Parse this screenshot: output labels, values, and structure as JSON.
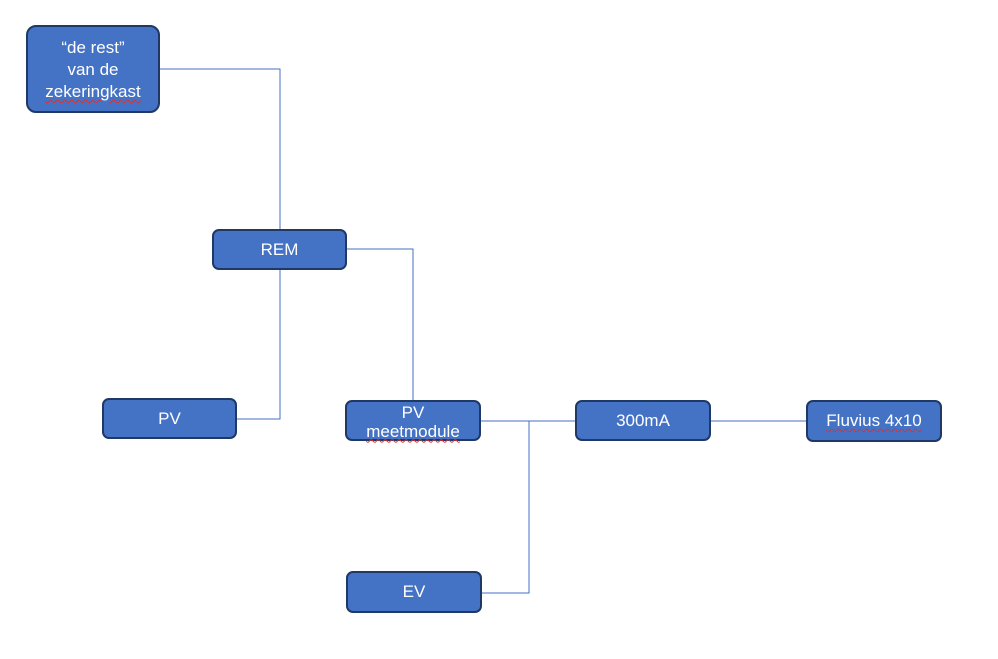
{
  "diagram": {
    "nodes": {
      "rest": {
        "line1": "“de rest”",
        "line2": "van de",
        "line3": "zekeringkast"
      },
      "rem": "REM",
      "pv": "PV",
      "pv_meetmodule": {
        "line1": "PV",
        "line2": "meetmodule"
      },
      "rcd": "300mA",
      "fluvius": "Fluvius 4x10",
      "ev": "EV"
    },
    "edges": [
      {
        "from": "rest",
        "to": "rem"
      },
      {
        "from": "rem",
        "to": "pv"
      },
      {
        "from": "rem",
        "to": "pv_meetmodule"
      },
      {
        "from": "pv_meetmodule",
        "to": "rcd"
      },
      {
        "from": "pv_meetmodule",
        "to": "ev"
      },
      {
        "from": "rcd",
        "to": "fluvius"
      }
    ]
  },
  "colors": {
    "node_fill": "#4472c4",
    "node_border": "#1f3864",
    "node_text": "#ffffff",
    "connector": "#4472c4",
    "spellcheck_underline": "#e0312b"
  }
}
